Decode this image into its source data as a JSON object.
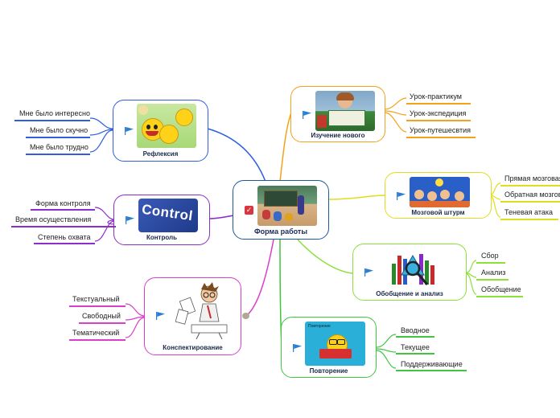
{
  "center": {
    "label": "Форма работы"
  },
  "branches": {
    "izuchenie": {
      "label": "Изучение нового",
      "color": "#f3a21c",
      "leaves": [
        "Урок-практикум",
        "Урок-экспедиция",
        "Урок-путешесвтия"
      ]
    },
    "shturm": {
      "label": "Мозговой штурм",
      "color": "#e0dd1e",
      "leaves": [
        "Прямая мозговая атака",
        "Обратная мозговая атака",
        "Теневая атака"
      ]
    },
    "obobshchenie": {
      "label": "Обобщение и анализ",
      "color": "#8be03a",
      "leaves": [
        "Сбор",
        "Анализ",
        "Обобщение"
      ]
    },
    "povtorenie": {
      "label": "Повторение",
      "color": "#3ec63e",
      "image_caption": "Повторение",
      "leaves": [
        "Вводное",
        "Текущее",
        "Поддерживающие"
      ]
    },
    "konspekt": {
      "label": "Конспектирование",
      "color": "#d93fc9",
      "leaves": [
        "Текстуальный",
        "Свободный",
        "Тематический"
      ]
    },
    "kontrol": {
      "label": "Контроль",
      "color": "#8a2fc9",
      "image_text": "Control",
      "leaves": [
        "Форма контроля",
        "Время осуществления",
        "Степень охвата"
      ]
    },
    "refleksiya": {
      "label": "Рефлексия",
      "color": "#2f5fe0",
      "leaves": [
        "Мне было интересно",
        "Мне было скучно",
        "Мне было трудно"
      ]
    }
  }
}
